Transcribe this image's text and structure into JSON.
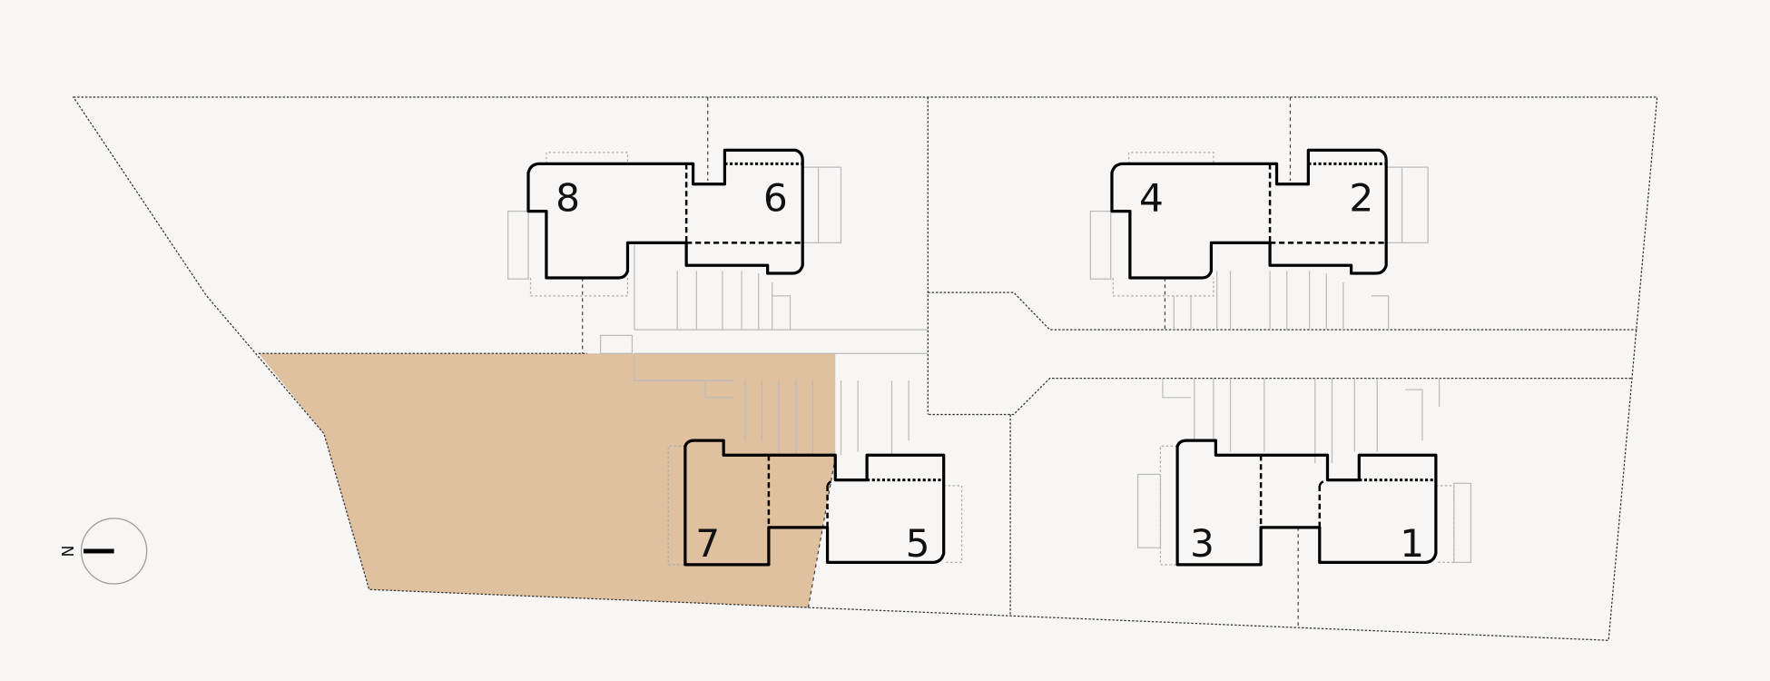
{
  "site_plan": {
    "highlight_color": "#dfc1a0",
    "highlighted_unit": "7",
    "units": [
      {
        "label": "1"
      },
      {
        "label": "2"
      },
      {
        "label": "3"
      },
      {
        "label": "4"
      },
      {
        "label": "5"
      },
      {
        "label": "6"
      },
      {
        "label": "7"
      },
      {
        "label": "8"
      }
    ],
    "compass": {
      "label": "N"
    }
  }
}
